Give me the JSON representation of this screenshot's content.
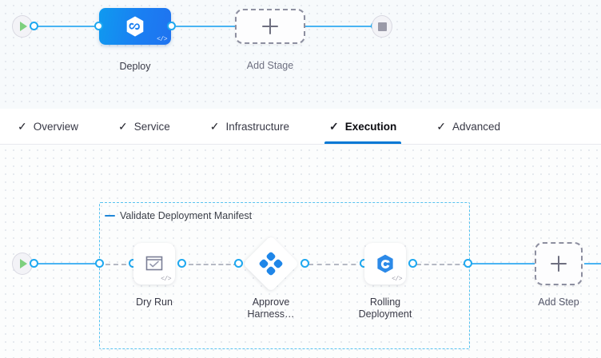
{
  "stage_canvas": {
    "start_node": {
      "icon": "play-icon"
    },
    "end_node": {
      "icon": "stop-icon"
    },
    "stages": [
      {
        "label": "Deploy",
        "icon": "harness-hexagon-infinity-icon",
        "code_badge": "</>"
      }
    ],
    "add_stage": {
      "label": "Add Stage",
      "icon": "plus-icon"
    }
  },
  "tabs": [
    {
      "label": "Overview",
      "check": "✓",
      "active": false
    },
    {
      "label": "Service",
      "check": "✓",
      "active": false
    },
    {
      "label": "Infrastructure",
      "check": "✓",
      "active": false
    },
    {
      "label": "Execution",
      "check": "✓",
      "active": true
    },
    {
      "label": "Advanced",
      "check": "✓",
      "active": false
    }
  ],
  "execution_canvas": {
    "start_node": {
      "icon": "play-icon"
    },
    "group": {
      "label": "Validate Deployment Manifest",
      "collapse_icon": "collapse-dash-icon"
    },
    "steps": [
      {
        "label": "Dry Run",
        "icon": "dry-run-checkbox-icon",
        "code_badge": "</>",
        "shape": "rounded"
      },
      {
        "label": "Approve\nHarness…",
        "icon": "approval-clover-icon",
        "shape": "diamond"
      },
      {
        "label": "Rolling\nDeployment",
        "icon": "rolling-deployment-icon",
        "code_badge": "</>",
        "shape": "rounded"
      }
    ],
    "add_step": {
      "label": "Add Step",
      "icon": "plus-icon"
    }
  },
  "colors": {
    "accent_blue": "#0278d5",
    "connector_blue": "#4ab4f3",
    "port_blue": "#1ea8f0",
    "group_border": "#56c2f0",
    "dashed_gray": "#b5b9c4",
    "canvas_bg": "#fafbfc"
  }
}
